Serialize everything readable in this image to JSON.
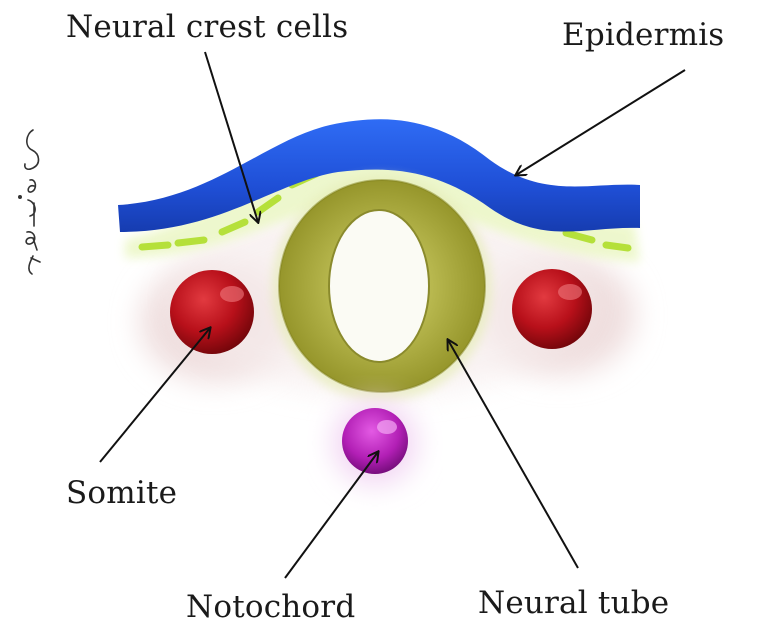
{
  "diagram": {
    "labels": {
      "neural_crest": "Neural crest cells",
      "epidermis": "Epidermis",
      "somite": "Somite",
      "notochord": "Notochord",
      "neural_tube": "Neural tube"
    },
    "artist_signature": "Sajal"
  },
  "colors": {
    "epidermis": "#1f4fd6",
    "neural_crest": "#b5e03a",
    "neural_tube": "#a8a838",
    "somite": "#b8101a",
    "notochord": "#b21fb5",
    "mesenchyme_halo": "#efdede"
  }
}
